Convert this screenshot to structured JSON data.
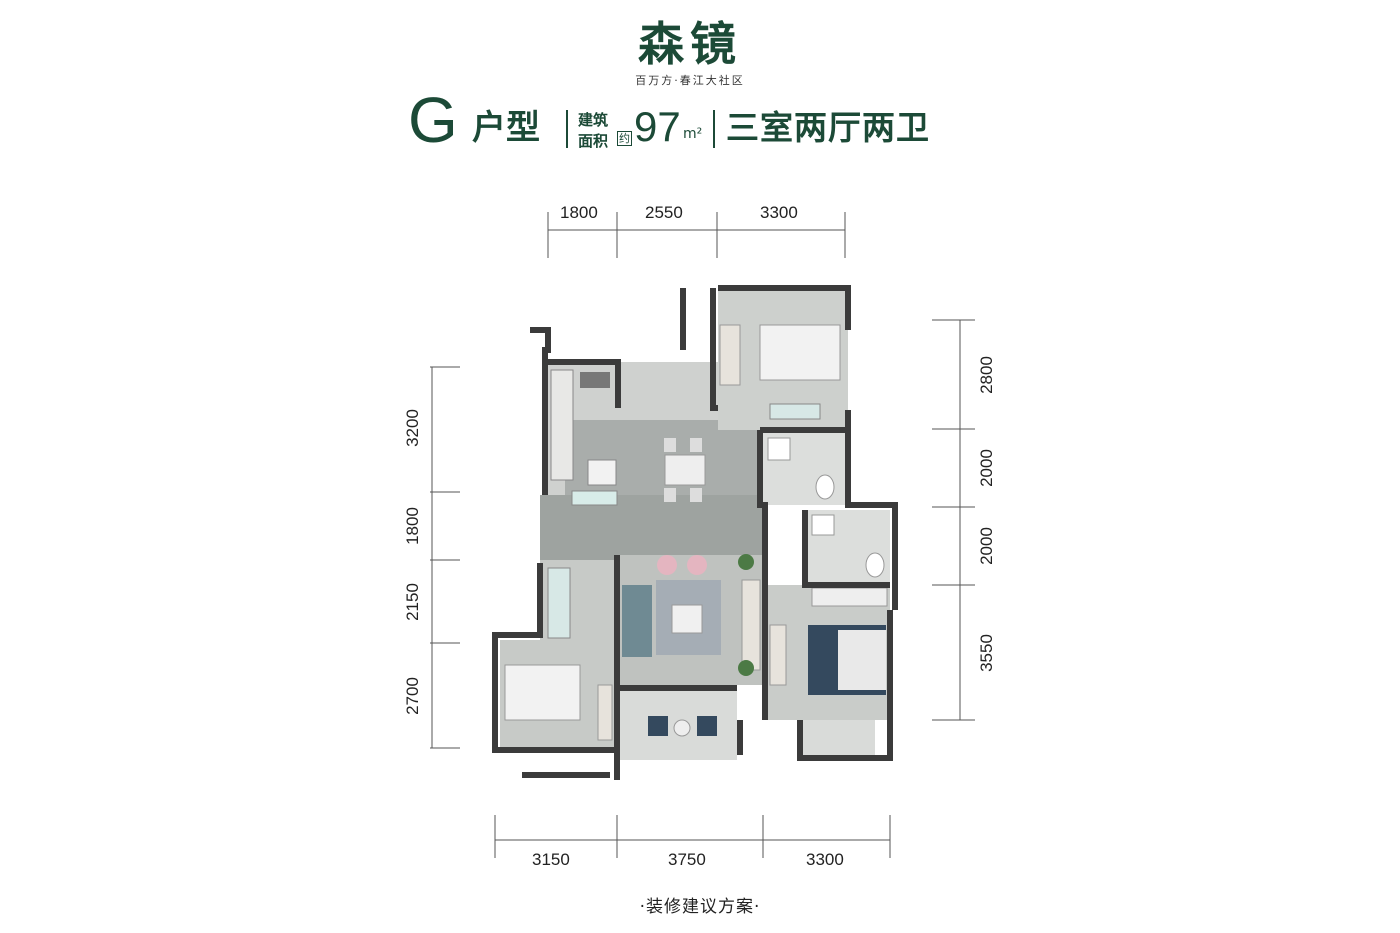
{
  "brand": {
    "title": "森镜",
    "subtitle": "百万方·春江大社区"
  },
  "unit": {
    "letter": "G",
    "type_label": "户型",
    "area_label_line1": "建筑",
    "area_label_line2": "面积",
    "approx": "约",
    "area_value": "97",
    "area_unit": "m²",
    "layout": "三室两厅两卫"
  },
  "dimensions": {
    "top": [
      "1800",
      "2550",
      "3300"
    ],
    "bottom": [
      "3150",
      "3750",
      "3300"
    ],
    "left": [
      "3200",
      "1800",
      "2150",
      "2700"
    ],
    "right": [
      "2800",
      "2000",
      "2000",
      "3550"
    ]
  },
  "footer": "·装修建议方案·",
  "colors": {
    "brand_green": "#1c4a37",
    "wall": "#3b3b3b",
    "floor": "#c9cbc9",
    "bed_navy": "#34495e"
  }
}
